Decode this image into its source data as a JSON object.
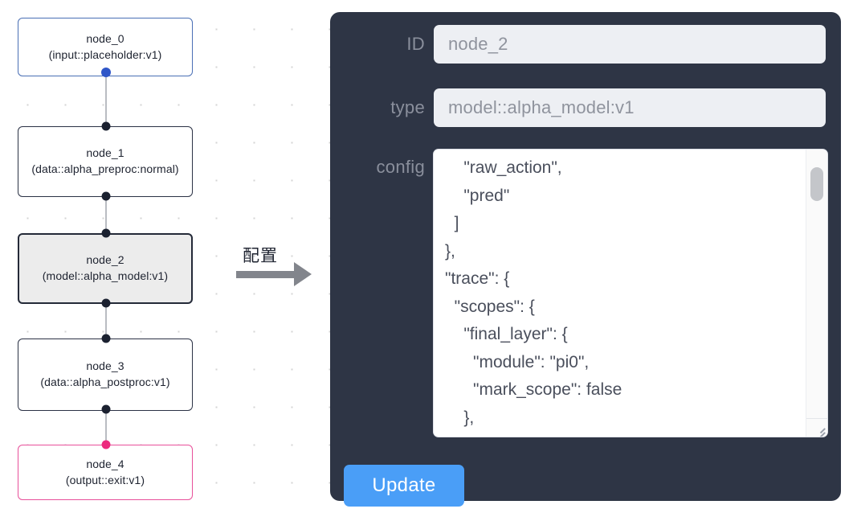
{
  "graph": {
    "nodes": [
      {
        "id": "node_0",
        "title": "node_0",
        "subtitle": "(input::placeholder:v1)",
        "kind": "input"
      },
      {
        "id": "node_1",
        "title": "node_1",
        "subtitle": "(data::alpha_preproc:normal)",
        "kind": "default"
      },
      {
        "id": "node_2",
        "title": "node_2",
        "subtitle": "(model::alpha_model:v1)",
        "kind": "selected"
      },
      {
        "id": "node_3",
        "title": "node_3",
        "subtitle": "(data::alpha_postproc:v1)",
        "kind": "default"
      },
      {
        "id": "node_4",
        "title": "node_4",
        "subtitle": "(output::exit:v1)",
        "kind": "output"
      }
    ],
    "flow_label": "配置",
    "colors": {
      "input_border": "#4a6fb5",
      "output_border": "#e8509a",
      "default_border": "#2b3245",
      "selected_fill": "#ececec",
      "edge": "#b9bcc2",
      "port": "#1b2130",
      "port_input": "#2f56c8",
      "port_output": "#ec2a7e",
      "arrow": "#82858c"
    }
  },
  "panel": {
    "background": "#2e3545",
    "fields": [
      {
        "label": "ID",
        "value": "node_2"
      },
      {
        "label": "type",
        "value": "model::alpha_model:v1"
      }
    ],
    "config": {
      "label": "config",
      "value": "    \"raw_action\",\n    \"pred\"\n  ]\n},\n\"trace\": {\n  \"scopes\": {\n    \"final_layer\": {\n      \"module\": \"pi0\",\n      \"mark_scope\": false\n    },\n    \"action_model\": {"
    },
    "update_button": {
      "label": "Update",
      "color": "#4a9ef7"
    }
  }
}
